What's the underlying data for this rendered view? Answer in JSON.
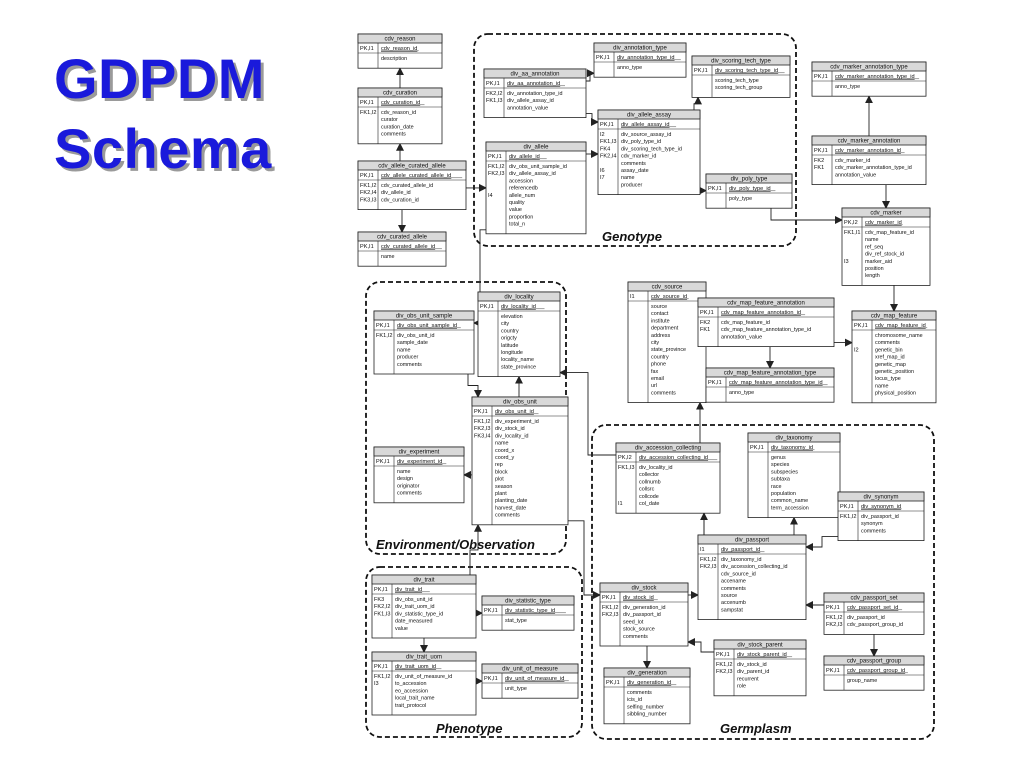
{
  "slide": {
    "title_line1": "GDPDM",
    "title_line2": "Schema"
  },
  "colors": {
    "title": "#1a1adb",
    "title_shadow": "#9a9a9a",
    "line": "#222222",
    "table_header_bg": "#d9d9d9"
  },
  "groups": [
    {
      "id": "genotype",
      "label": "Genotype"
    },
    {
      "id": "environment",
      "label": "Environment/Observation"
    },
    {
      "id": "phenotype",
      "label": "Phenotype"
    },
    {
      "id": "germplasm",
      "label": "Germplasm"
    }
  ],
  "tables": [
    {
      "id": "cdv_reason",
      "name": "cdv_reason",
      "pk_key": "PK,I1",
      "pk": "cdv_reason_id",
      "keys": [],
      "fields": [
        "description"
      ]
    },
    {
      "id": "cdv_curation",
      "name": "cdv_curation",
      "pk_key": "PK,I1",
      "pk": "cdv_curation_id",
      "keys": [
        "FK1,I2"
      ],
      "fields": [
        "cdv_reason_id",
        "curator",
        "curation_date",
        "comments"
      ]
    },
    {
      "id": "cdv_allele_curated_allele",
      "name": "cdv_allele_curated_allele",
      "pk_key": "PK,I1",
      "pk": "cdv_allele_curated_allele_id",
      "keys": [
        "FK1,I2",
        "FK2,I4",
        "FK3,I3"
      ],
      "fields": [
        "cdv_curated_allele_id",
        "div_allele_id",
        "cdv_curation_id"
      ]
    },
    {
      "id": "cdv_curated_allele",
      "name": "cdv_curated_allele",
      "pk_key": "PK,I1",
      "pk": "cdv_curated_allele_id",
      "keys": [],
      "fields": [
        "name"
      ]
    },
    {
      "id": "div_annotation_type",
      "name": "div_annotation_type",
      "pk_key": "PK,I1",
      "pk": "div_annotation_type_id",
      "keys": [],
      "fields": [
        "anno_type"
      ]
    },
    {
      "id": "div_aa_annotation",
      "name": "div_aa_annotation",
      "pk_key": "PK,I1",
      "pk": "div_aa_annotation_id",
      "keys": [
        "FK2,I2",
        "FK1,I3"
      ],
      "fields": [
        "div_annotation_type_id",
        "div_allele_assay_id",
        "annotation_value"
      ]
    },
    {
      "id": "div_scoring_tech_type",
      "name": "div_scoring_tech_type",
      "pk_key": "PK,I1",
      "pk": "div_scoring_tech_type_id",
      "keys": [],
      "fields": [
        "scoring_tech_type",
        "scoring_tech_group"
      ]
    },
    {
      "id": "div_allele_assay",
      "name": "div_allele_assay",
      "pk_key": "PK,I1",
      "pk": "div_allele_assay_id",
      "keys": [
        "I2",
        "FK1,I3",
        "FK4",
        "FK2,I4",
        "",
        "I6",
        "I7"
      ],
      "fields": [
        "div_source_assay_id",
        "div_poly_type_id",
        "div_scoring_tech_type_id",
        "cdv_marker_id",
        "comments",
        "assay_date",
        "name",
        "producer"
      ]
    },
    {
      "id": "div_allele",
      "name": "div_allele",
      "pk_key": "PK,I1",
      "pk": "div_allele_id",
      "keys": [
        "FK1,I2",
        "FK2,I3",
        "",
        "",
        "I4"
      ],
      "fields": [
        "div_obs_unit_sample_id",
        "div_allele_assay_id",
        "accession",
        "referencedb",
        "allele_num",
        "quality",
        "value",
        "proportion",
        "total_n"
      ]
    },
    {
      "id": "div_poly_type",
      "name": "div_poly_type",
      "pk_key": "PK,I1",
      "pk": "div_poly_type_id",
      "keys": [],
      "fields": [
        "poly_type"
      ]
    },
    {
      "id": "cdv_marker_annotation_type",
      "name": "cdv_marker_annotation_type",
      "pk_key": "PK,I1",
      "pk": "cdv_marker_annotation_type_id",
      "keys": [],
      "fields": [
        "anno_type"
      ]
    },
    {
      "id": "cdv_marker_annotation",
      "name": "cdv_marker_annotation",
      "pk_key": "PK,I1",
      "pk": "cdv_marker_annotation_id",
      "keys": [
        "FK2",
        "FK1"
      ],
      "fields": [
        "cdv_marker_id",
        "cdv_marker_annotation_type_id",
        "annotation_value"
      ]
    },
    {
      "id": "cdv_marker",
      "name": "cdv_marker",
      "pk_key": "PK,I2",
      "pk": "cdv_marker_id",
      "keys": [
        "FK1,I1",
        "",
        "",
        "",
        "I3"
      ],
      "fields": [
        "cdv_map_feature_id",
        "name",
        "ref_seq",
        "div_ref_stock_id",
        "marker_aid",
        "position",
        "length"
      ]
    },
    {
      "id": "div_obs_unit_sample",
      "name": "div_obs_unit_sample",
      "pk_key": "PK,I1",
      "pk": "div_obs_unit_sample_id",
      "keys": [
        "FK1,I2"
      ],
      "fields": [
        "div_obs_unit_id",
        "sample_date",
        "name",
        "producer",
        "comments"
      ]
    },
    {
      "id": "div_locality",
      "name": "div_locality",
      "pk_key": "PK,I1",
      "pk": "div_locality_id",
      "keys": [],
      "fields": [
        "elevation",
        "city",
        "country",
        "origcty",
        "latitude",
        "longitude",
        "locality_name",
        "state_province"
      ]
    },
    {
      "id": "cdv_source",
      "name": "cdv_source",
      "pk_key": "I1",
      "pk": "cdv_source_id",
      "keys": [],
      "fields": [
        "source",
        "contact",
        "institute",
        "department",
        "address",
        "city",
        "state_province",
        "country",
        "phone",
        "fax",
        "email",
        "url",
        "comments"
      ]
    },
    {
      "id": "cdv_map_feature_annotation",
      "name": "cdv_map_feature_annotation",
      "pk_key": "PK,I1",
      "pk": "cdv_map_feature_annotation_id",
      "keys": [
        "FK2",
        "FK1"
      ],
      "fields": [
        "cdv_map_feature_id",
        "cdv_map_feature_annotation_type_id",
        "annotation_value"
      ]
    },
    {
      "id": "cdv_map_feature",
      "name": "cdv_map_feature",
      "pk_key": "PK,I1",
      "pk": "cdv_map_feature_id",
      "keys": [
        "",
        "",
        "I2"
      ],
      "fields": [
        "chromosome_name",
        "comments",
        "genetic_bin",
        "xref_map_id",
        "genetic_map",
        "genetic_position",
        "locus_type",
        "name",
        "physical_position"
      ]
    },
    {
      "id": "cdv_map_feature_annotation_type",
      "name": "cdv_map_feature_annotation_type",
      "pk_key": "PK,I1",
      "pk": "cdv_map_feature_annotation_type_id",
      "keys": [],
      "fields": [
        "anno_type"
      ]
    },
    {
      "id": "div_obs_unit",
      "name": "div_obs_unit",
      "pk_key": "PK,I1",
      "pk": "div_obs_unit_id",
      "keys": [
        "FK1,I2",
        "FK2,I3",
        "FK3,I4"
      ],
      "fields": [
        "div_experiment_id",
        "div_stock_id",
        "div_locality_id",
        "name",
        "coord_x",
        "coord_y",
        "rep",
        "block",
        "plot",
        "season",
        "plant",
        "planting_date",
        "harvest_date",
        "comments"
      ]
    },
    {
      "id": "div_experiment",
      "name": "div_experiment",
      "pk_key": "PK,I1",
      "pk": "div_experiment_id",
      "keys": [],
      "fields": [
        "name",
        "design",
        "originator",
        "comments"
      ]
    },
    {
      "id": "div_accession_collecting",
      "name": "div_accession_collecting",
      "pk_key": "PK,I2",
      "pk": "div_accession_collecting_id",
      "keys": [
        "FK1,I3",
        "",
        "",
        "",
        "",
        "I1"
      ],
      "fields": [
        "div_locality_id",
        "collector",
        "collnumb",
        "collsrc",
        "collcode",
        "col_date"
      ]
    },
    {
      "id": "div_taxonomy",
      "name": "div_taxonomy",
      "pk_key": "PK,I1",
      "pk": "div_taxonomy_id",
      "keys": [],
      "fields": [
        "genus",
        "species",
        "subspecies",
        "subtaxa",
        "race",
        "population",
        "common_name",
        "term_accession"
      ]
    },
    {
      "id": "div_synonym",
      "name": "div_synonym",
      "pk_key": "PK,I1",
      "pk": "div_synonym_id",
      "keys": [
        "FK1,I2"
      ],
      "fields": [
        "div_passport_id",
        "synonym",
        "comments"
      ]
    },
    {
      "id": "div_passport",
      "name": "div_passport",
      "pk_key": "I1",
      "pk": "div_passport_id",
      "keys": [
        "FK1,I2",
        "FK2,I3"
      ],
      "fields": [
        "div_taxonomy_id",
        "div_accession_collecting_id",
        "cdv_source_id",
        "accename",
        "comments",
        "source",
        "accenumb",
        "sampstat"
      ]
    },
    {
      "id": "div_trait",
      "name": "div_trait",
      "pk_key": "PK,I1",
      "pk": "div_trait_id",
      "keys": [
        "FK3",
        "FK2,I2",
        "FK1,I3"
      ],
      "fields": [
        "div_obs_unit_id",
        "div_trait_uom_id",
        "div_statistic_type_id",
        "date_measured",
        "value"
      ]
    },
    {
      "id": "div_statistic_type",
      "name": "div_statistic_type",
      "pk_key": "PK,I1",
      "pk": "div_statistic_type_id",
      "keys": [],
      "fields": [
        "stat_type"
      ]
    },
    {
      "id": "div_trait_uom",
      "name": "div_trait_uom",
      "pk_key": "PK,I1",
      "pk": "div_trait_uom_id",
      "keys": [
        "FK1,I2",
        "I3"
      ],
      "fields": [
        "div_unit_of_measure_id",
        "to_accession",
        "eo_accession",
        "local_trait_name",
        "trait_protocol"
      ]
    },
    {
      "id": "div_unit_of_measure",
      "name": "div_unit_of_measure",
      "pk_key": "PK,I1",
      "pk": "div_unit_of_measure_id",
      "keys": [],
      "fields": [
        "unit_type"
      ]
    },
    {
      "id": "div_stock",
      "name": "div_stock",
      "pk_key": "PK,I1",
      "pk": "div_stock_id",
      "keys": [
        "FK1,I2",
        "FK2,I3"
      ],
      "fields": [
        "div_generation_id",
        "div_passport_id",
        "seed_lot",
        "stock_source",
        "comments"
      ]
    },
    {
      "id": "div_stock_parent",
      "name": "div_stock_parent",
      "pk_key": "PK,I1",
      "pk": "div_stock_parent_id",
      "keys": [
        "FK1,I2",
        "FK2,I3"
      ],
      "fields": [
        "div_stock_id",
        "div_parent_id",
        "recurrent",
        "role"
      ]
    },
    {
      "id": "div_generation",
      "name": "div_generation",
      "pk_key": "PK,I1",
      "pk": "div_generation_id",
      "keys": [],
      "fields": [
        "comments",
        "icis_id",
        "selfing_number",
        "sibbling_number"
      ]
    },
    {
      "id": "cdv_passport_set",
      "name": "cdv_passport_set",
      "pk_key": "PK,I1",
      "pk": "cdv_passport_set_id",
      "keys": [
        "FK1,I2",
        "FK2,I3"
      ],
      "fields": [
        "div_passport_id",
        "cdv_passport_group_id"
      ]
    },
    {
      "id": "cdv_passport_group",
      "name": "cdv_passport_group",
      "pk_key": "PK,I1",
      "pk": "cdv_passport_group_id",
      "keys": [],
      "fields": [
        "group_name"
      ]
    }
  ]
}
